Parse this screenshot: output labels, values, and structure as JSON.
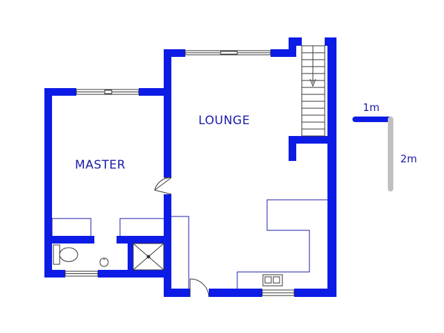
{
  "rooms": {
    "lounge": "LOUNGE",
    "master": "MASTER"
  },
  "scale": {
    "horizontal": "1m",
    "vertical": "2m"
  },
  "colors": {
    "wall": "#0d1be6",
    "label": "#1a1aa8",
    "fixture": "#1a1aa8",
    "scale_h": "#0d1be6",
    "scale_v": "#c0c0c0",
    "line": "#333333"
  }
}
